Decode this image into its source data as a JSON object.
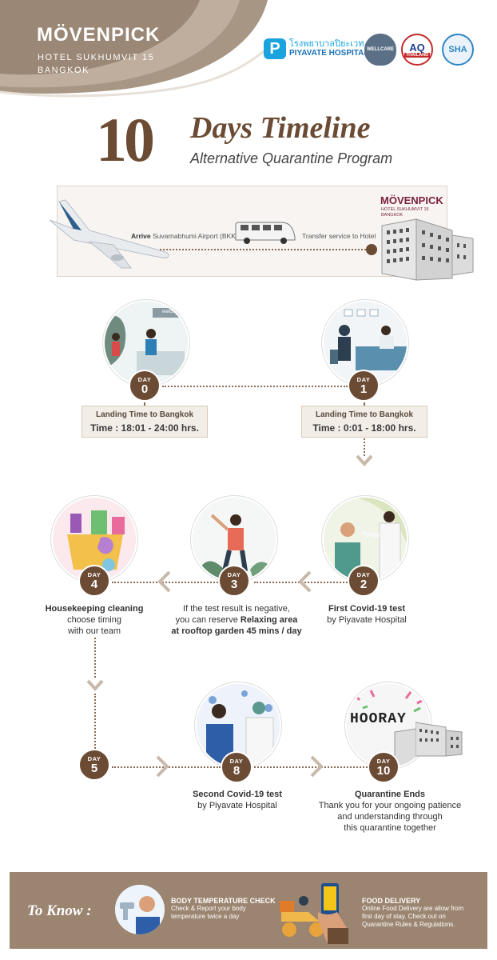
{
  "brand": {
    "name": "MÖVENPICK",
    "line1": "HOTEL SUKHUMVIT 15",
    "line2": "BANGKOK"
  },
  "partners": {
    "hospital_th": "โรงพยาบาลปิยะเวท",
    "hospital_en": "PIYAVATE HOSPITAL",
    "badge_wellcare": "WELLCARE",
    "badge_aq": "AQ",
    "badge_aq_sub": "THAILAND",
    "badge_sha": "SHA"
  },
  "title": {
    "number": "10",
    "main": "Days Timeline",
    "sub": "Alternative Quarantine Program"
  },
  "arrival": {
    "arrive_word": "Arrive",
    "arrive_rest": "Suvarnabhumi Airport (BKK)",
    "transfer": "Transfer service to Hotel",
    "hotel_name": "MÖVENPICK",
    "hotel_line1": "HOTEL SUKHUMVIT 15",
    "hotel_line2": "BANGKOK"
  },
  "days": {
    "label": "DAY",
    "d0": "0",
    "d1": "1",
    "d2": "2",
    "d3": "3",
    "d4": "4",
    "d5": "5",
    "d8": "8",
    "d10": "10"
  },
  "welcome_sign": "welcome",
  "hooray": "HOORAY",
  "day0_box": {
    "title": "Landing Time to Bangkok",
    "time": "Time : 18:01 - 24:00 hrs."
  },
  "day1_box": {
    "title": "Landing Time to Bangkok",
    "time": "Time : 0:01 - 18:00 hrs."
  },
  "captions": {
    "day2_l1": "First Covid-19 test",
    "day2_l2": "by Piyavate Hospital",
    "day3_l1": "If the test result is negative,",
    "day3_l2a": "you can reserve ",
    "day3_l2b": "Relaxing area",
    "day3_l3": "at rooftop garden 45 mins / day",
    "day4_l1": "Housekeeping cleaning",
    "day4_l2": "choose timing",
    "day4_l3": "with our team",
    "day8_l1": "Second Covid-19 test",
    "day8_l2": "by Piyavate Hospital",
    "day10_l1": "Quarantine Ends",
    "day10_l2": "Thank you for your ongoing patience",
    "day10_l3": "and understanding through",
    "day10_l4": "this quarantine together"
  },
  "footer": {
    "to_know": "To Know :",
    "body_title": "BODY TEMPERATURE CHECK",
    "body_l1": "Check & Report your body",
    "body_l2": "temperature twice a day",
    "food_title": "FOOD DELIVERY",
    "food_l1": "Online Food Delivery are allow from",
    "food_l2": "first day of stay. Check out on",
    "food_l3": "Quarantine Rules & Regulations."
  },
  "colors": {
    "brown": "#6b4b33",
    "footer": "#9b8470",
    "header_swoosh": "#d8cfc6"
  }
}
